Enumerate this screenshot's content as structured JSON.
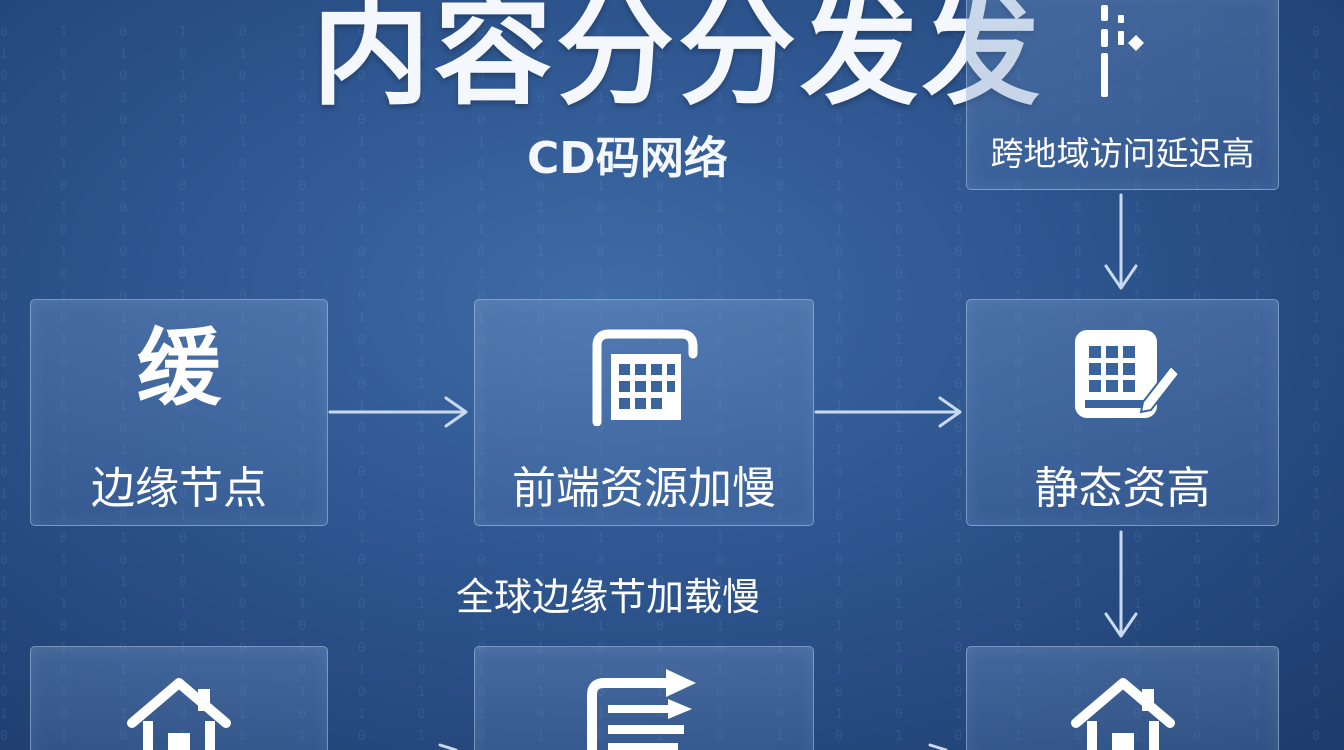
{
  "title": "内容分分发发",
  "subtitle": "CD码网络",
  "float_label": "全球边缘节加载慢",
  "nodes": {
    "latency": {
      "label": "跨地域访问延迟高"
    },
    "edge": {
      "label": "边缘节点",
      "glyph": "缓"
    },
    "frontend": {
      "label": "前端资源加慢"
    },
    "static": {
      "label": "静态资高"
    }
  },
  "colors": {
    "background": "#2f5791",
    "box_fill": "rgba(120,155,205,0.35)",
    "arrow": "#c9daf0",
    "text": "#ffffff"
  },
  "icons": {
    "latency": "dotted-signal-icon",
    "frontend": "calendar-grid-icon",
    "static": "grid-pencil-icon",
    "bottom_left": "house-icon",
    "bottom_middle": "list-arrow-icon",
    "bottom_right": "house-icon"
  }
}
